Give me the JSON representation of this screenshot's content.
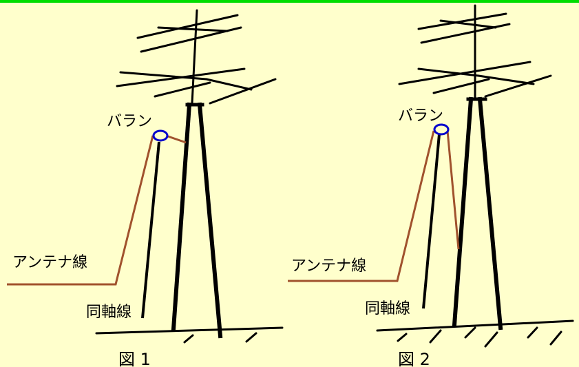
{
  "figures": [
    {
      "caption": "図 1",
      "labels": {
        "balun": "バラン",
        "antenna_wire": "アンテナ線",
        "coax": "同軸線"
      }
    },
    {
      "caption": "図 2",
      "labels": {
        "balun": "バラン",
        "antenna_wire": "アンテナ線",
        "coax": "同軸線"
      }
    }
  ],
  "colors": {
    "background": "#ffffcc",
    "top_border": "#00dd00",
    "antenna_wire": "#a0522d",
    "balun": "#0000cc",
    "structure": "#000000"
  }
}
